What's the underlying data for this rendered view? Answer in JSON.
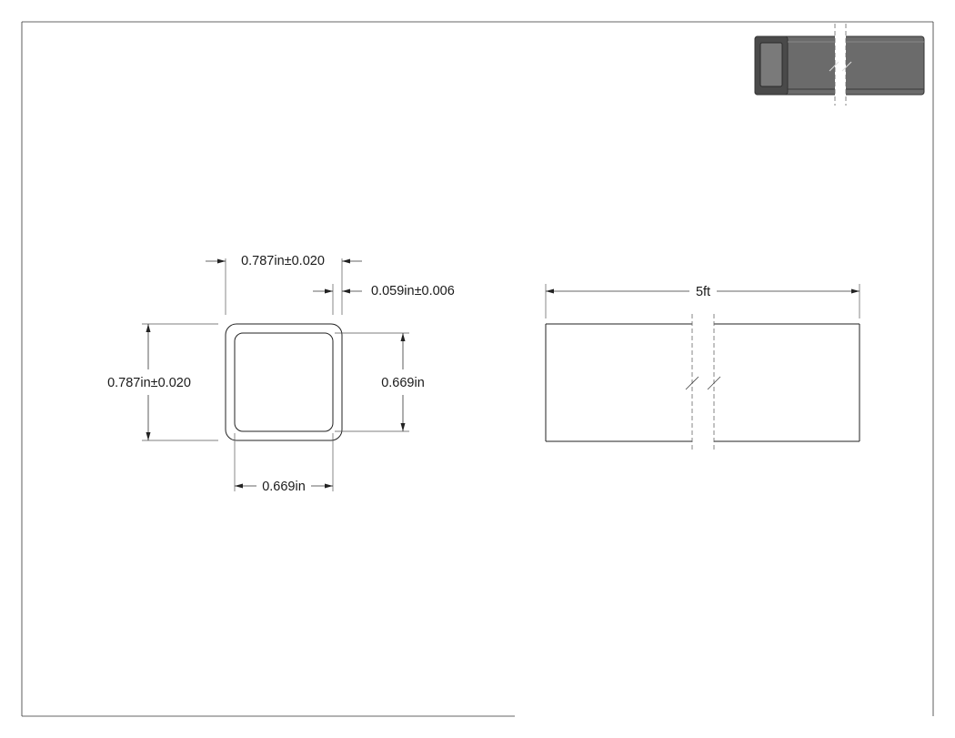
{
  "dimensions": {
    "outer_width": "0.787in±0.020",
    "wall_thickness": "0.059in±0.006",
    "outer_height": "0.787in±0.020",
    "inner_height": "0.669in",
    "inner_width": "0.669in",
    "length": "5ft"
  },
  "colors": {
    "line": "#222222",
    "thumbnail_body": "#6b6b6b",
    "thumbnail_dark": "#4a4a4a"
  },
  "icons": {
    "break_symbol": "double-slash-break"
  }
}
